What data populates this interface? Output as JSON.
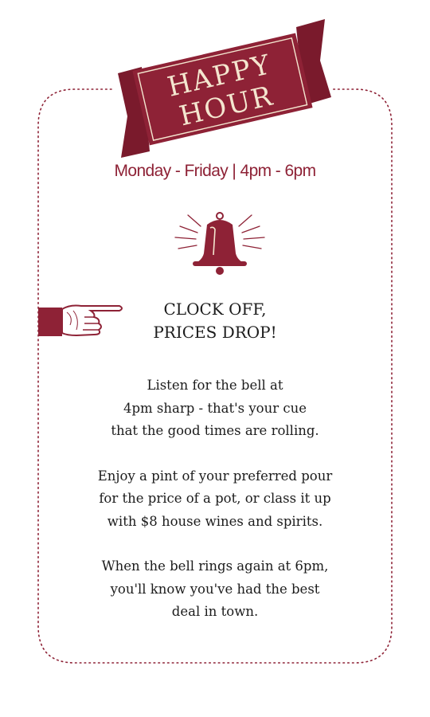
{
  "banner": {
    "line1": "HAPPY",
    "line2": "HOUR"
  },
  "schedule": "Monday - Friday  |  4pm - 6pm",
  "headline": {
    "line1": "CLOCK OFF,",
    "line2": "PRICES DROP!"
  },
  "paragraphs": [
    [
      "Listen for the bell at",
      "4pm sharp - that's your cue",
      "that the good times are rolling."
    ],
    [
      "Enjoy a pint of your preferred pour",
      "for the price of a pot, or class it up",
      "with $8 house wines and spirits."
    ],
    [
      "When the bell rings again at 6pm,",
      "you'll know you've had the best",
      "deal in town."
    ]
  ],
  "colors": {
    "brand": "#8e2236",
    "banner_dark": "#6b1626",
    "text": "#1c1c1c",
    "banner_text": "#f4e6cf"
  },
  "icons": [
    "bell-icon",
    "pointing-hand-icon"
  ]
}
